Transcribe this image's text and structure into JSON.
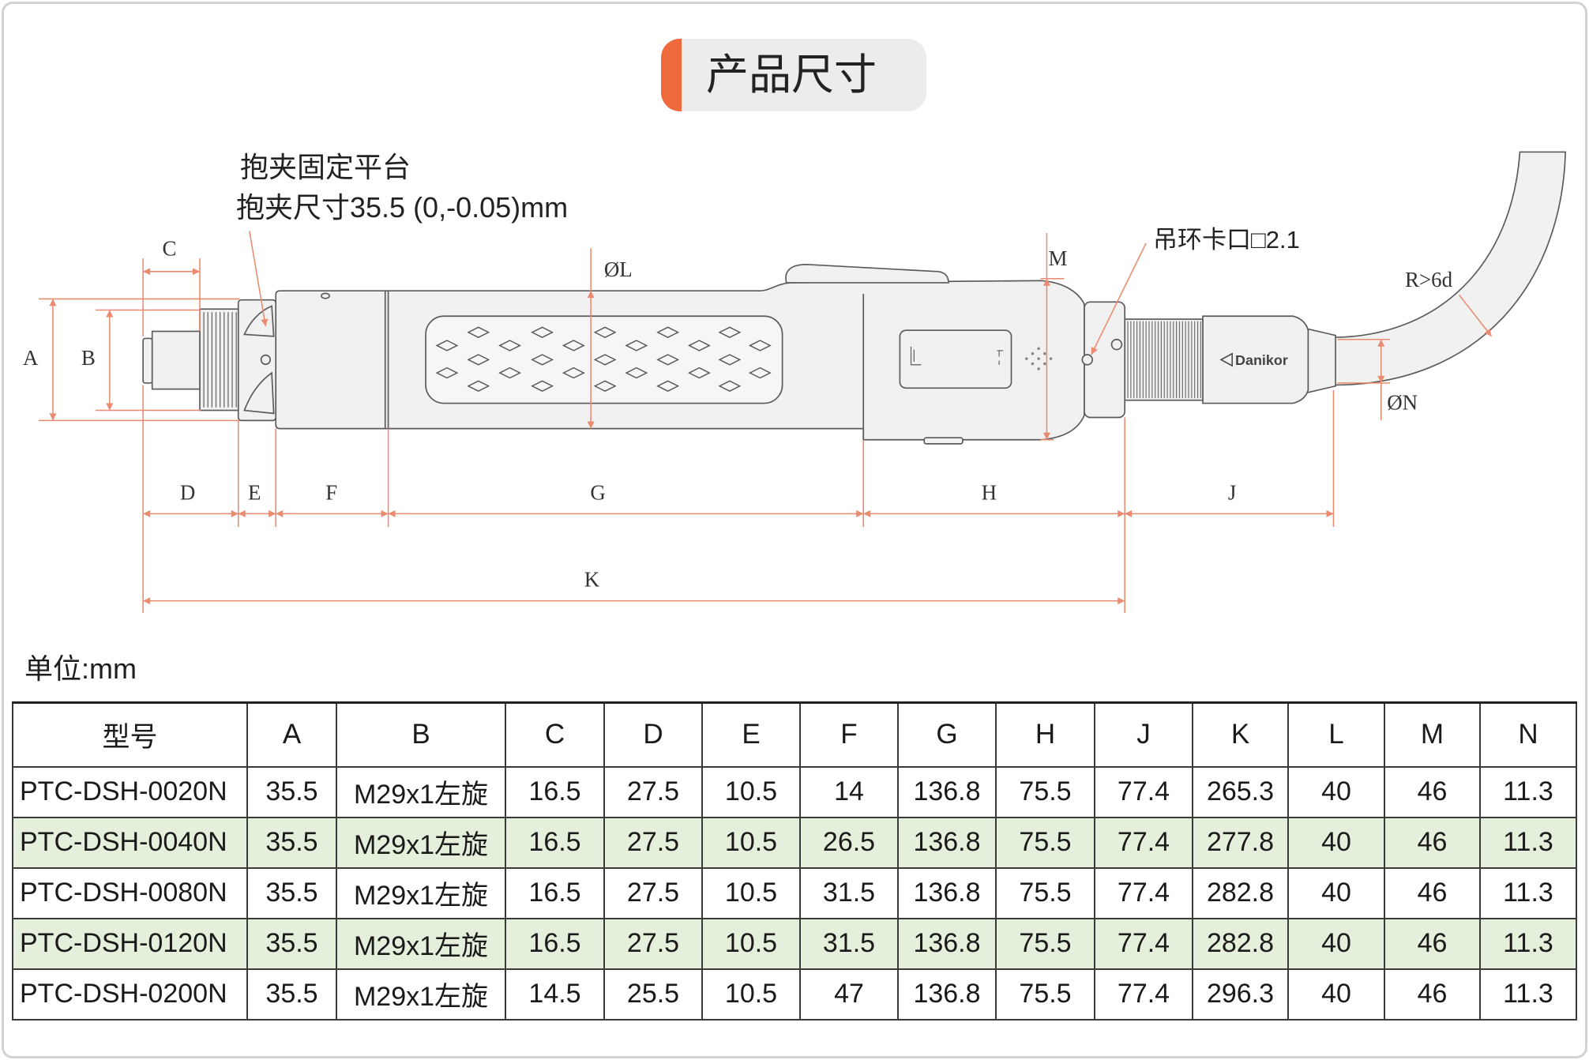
{
  "title": "产品尺寸",
  "callouts": {
    "clamp_platform": "抱夹固定平台",
    "clamp_size": "抱夹尺寸35.5 (0,-0.05)mm",
    "hanger_slot": "吊环卡口□2.1"
  },
  "diagram": {
    "brand": "Danikor",
    "labels": {
      "A": "A",
      "B": "B",
      "C": "C",
      "D": "D",
      "E": "E",
      "F": "F",
      "G": "G",
      "H": "H",
      "J": "J",
      "K": "K",
      "L": "ØL",
      "M": "M",
      "N": "ØN",
      "R": "R>6d"
    }
  },
  "unit": "单位:mm",
  "table": {
    "headers": [
      "型号",
      "A",
      "B",
      "C",
      "D",
      "E",
      "F",
      "G",
      "H",
      "J",
      "K",
      "L",
      "M",
      "N"
    ],
    "rows": [
      [
        "PTC-DSH-0020N",
        "35.5",
        "M29x1左旋",
        "16.5",
        "27.5",
        "10.5",
        "14",
        "136.8",
        "75.5",
        "77.4",
        "265.3",
        "40",
        "46",
        "11.3"
      ],
      [
        "PTC-DSH-0040N",
        "35.5",
        "M29x1左旋",
        "16.5",
        "27.5",
        "10.5",
        "26.5",
        "136.8",
        "75.5",
        "77.4",
        "277.8",
        "40",
        "46",
        "11.3"
      ],
      [
        "PTC-DSH-0080N",
        "35.5",
        "M29x1左旋",
        "16.5",
        "27.5",
        "10.5",
        "31.5",
        "136.8",
        "75.5",
        "77.4",
        "282.8",
        "40",
        "46",
        "11.3"
      ],
      [
        "PTC-DSH-0120N",
        "35.5",
        "M29x1左旋",
        "16.5",
        "27.5",
        "10.5",
        "31.5",
        "136.8",
        "75.5",
        "77.4",
        "282.8",
        "40",
        "46",
        "11.3"
      ],
      [
        "PTC-DSH-0200N",
        "35.5",
        "M29x1左旋",
        "14.5",
        "25.5",
        "10.5",
        "47",
        "136.8",
        "75.5",
        "77.4",
        "296.3",
        "40",
        "46",
        "11.3"
      ]
    ]
  },
  "colors": {
    "accent": "#ee6a3d",
    "dimension_line": "#ea8a6f",
    "highlight_row": "#e5f0dc",
    "badge_background": "#ececec"
  },
  "icons": {
    "brand_mark": "triangle-left-icon"
  }
}
